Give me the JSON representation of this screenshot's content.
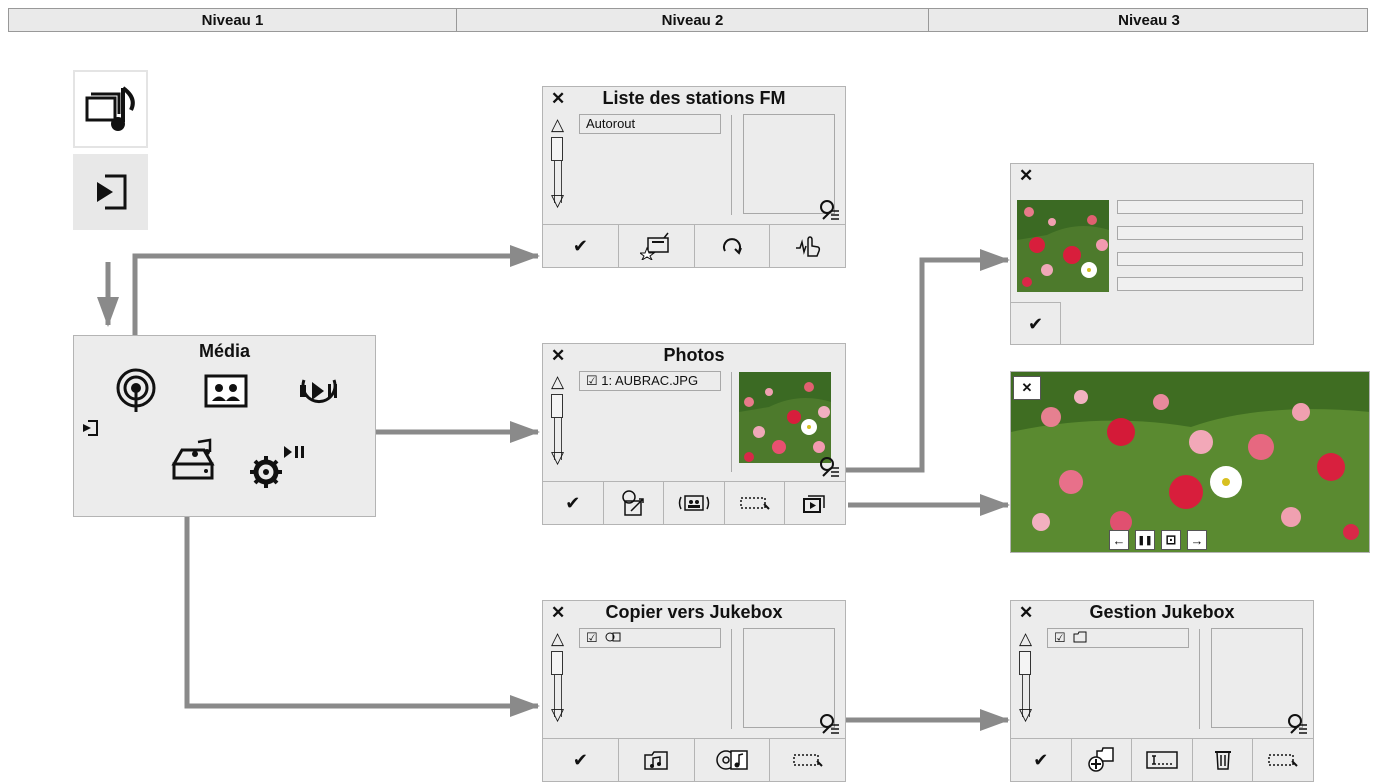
{
  "header": {
    "level1": "Niveau 1",
    "level2": "Niveau 2",
    "level3": "Niveau 3"
  },
  "colors": {
    "panel_bg": "#ececec",
    "border": "#b4b4b4",
    "arrow": "#8a8a8a",
    "header_bg": "#eaeaea"
  },
  "level1": {
    "tiles": [
      {
        "icon": "media-music-icon"
      },
      {
        "icon": "source-input-icon"
      }
    ],
    "media_box": {
      "title": "Média",
      "icons": [
        "radio-antenna-icon",
        "photo-album-icon",
        "media-play-icon",
        "source-input-icon",
        "jukebox-drive-icon",
        "settings-play-icon"
      ]
    }
  },
  "level2": {
    "fm": {
      "close": "✕",
      "title": "Liste des stations FM",
      "scroll_up": "△",
      "scroll_down": "▽",
      "list_item": "Autorout",
      "toolbar": [
        "confirm-icon",
        "radio-favorite-icon",
        "refresh-icon",
        "touch-tune-icon"
      ],
      "confirm_glyph": "✔"
    },
    "photos": {
      "close": "✕",
      "title": "Photos",
      "scroll_up": "△",
      "scroll_down": "▽",
      "list_item": "☑ 1: AUBRAC.JPG",
      "toolbar": [
        "confirm-icon",
        "photo-settings-icon",
        "photo-album-icon",
        "select-all-icon",
        "slideshow-icon"
      ],
      "confirm_glyph": "✔"
    },
    "jukebox_copy": {
      "close": "✕",
      "title": "Copier vers Jukebox",
      "scroll_up": "△",
      "scroll_down": "▽",
      "list_item": "☑",
      "toolbar": [
        "confirm-icon",
        "folder-music-icon",
        "disc-music-icon",
        "select-all-icon"
      ],
      "confirm_glyph": "✔"
    }
  },
  "level3": {
    "photo_info": {
      "close": "✕",
      "confirm_glyph": "✔"
    },
    "slideshow": {
      "close": "✕",
      "controls": [
        "←",
        "❚❚",
        "⊡",
        "→"
      ]
    },
    "jukebox_manage": {
      "close": "✕",
      "title": "Gestion Jukebox",
      "scroll_up": "△",
      "scroll_down": "▽",
      "list_item": "☑",
      "toolbar": [
        "confirm-icon",
        "add-folder-icon",
        "rename-icon",
        "trash-icon",
        "select-all-icon"
      ],
      "confirm_glyph": "✔"
    }
  }
}
